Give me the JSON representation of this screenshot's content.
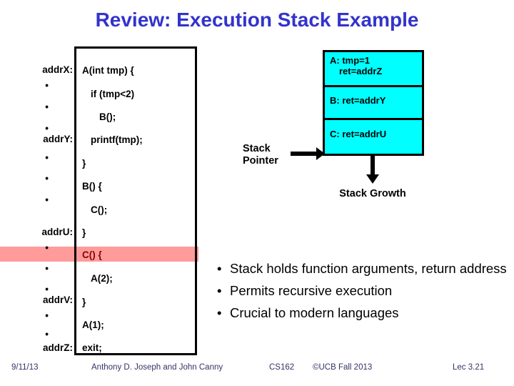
{
  "slide": {
    "title": "Review: Execution Stack Example"
  },
  "memory": {
    "rows": [
      {
        "label": "addrX:",
        "code": "A(int tmp) {",
        "indent": 0,
        "highlight": false
      },
      {
        "label": ".",
        "code": "if (tmp<2)",
        "indent": 1,
        "highlight": false
      },
      {
        "label": ".",
        "code": "B();",
        "indent": 2,
        "highlight": false
      },
      {
        "label": ".",
        "code": "",
        "indent": 0,
        "highlight": false
      },
      {
        "label": "addrY:",
        "code": "printf(tmp);",
        "indent": 1,
        "highlight": false
      },
      {
        "label": ".",
        "code": "}",
        "indent": 0,
        "highlight": false
      },
      {
        "label": ".",
        "code": "B() {",
        "indent": 0,
        "highlight": false
      },
      {
        "label": ".",
        "code": "C();",
        "indent": 1,
        "highlight": false
      },
      {
        "label": "addrU:",
        "code": "}",
        "indent": 0,
        "highlight": false
      },
      {
        "label": ".",
        "code": "C() {",
        "indent": 0,
        "highlight": true
      },
      {
        "label": ".",
        "code": "A(2);",
        "indent": 1,
        "highlight": false
      },
      {
        "label": ".",
        "code": "",
        "indent": 0,
        "highlight": false
      },
      {
        "label": "addrV:",
        "code": "}",
        "indent": 0,
        "highlight": false
      },
      {
        "label": ".",
        "code": "A(1);",
        "indent": 0,
        "highlight": false
      },
      {
        "label": ".",
        "code": "",
        "indent": 0,
        "highlight": false
      },
      {
        "label": "addrZ:",
        "code": "exit;",
        "indent": 0,
        "highlight": false
      }
    ],
    "addresses": [
      "addrX:",
      "addrY:",
      "addrU:",
      "addrV:",
      "addrZ:"
    ],
    "code_lines": [
      "A(int tmp) {",
      "if (tmp<2)",
      "B();",
      "printf(tmp);",
      "}",
      "B() {",
      "C();",
      "}",
      "C() {",
      "A(2);",
      "}",
      "A(1);",
      "exit;"
    ],
    "highlighted_code_line": "C() {",
    "highlight_color": "#ff9b9b",
    "highlight_text_color": "#8b0000"
  },
  "stack": {
    "frame_color": "#00ffff",
    "frames": [
      {
        "line1": "A: tmp=1",
        "line2": "ret=addrZ"
      },
      {
        "line1": "B: ret=addrY",
        "line2": ""
      },
      {
        "line1": "C: ret=addrU",
        "line2": ""
      }
    ],
    "pointer_label_line1": "Stack",
    "pointer_label_line2": "Pointer",
    "growth_label": "Stack Growth"
  },
  "bullets": [
    "Stack holds function arguments, return address",
    "Permits recursive execution",
    "Crucial to modern languages"
  ],
  "bullet_marker": "•",
  "footer": {
    "date": "9/11/13",
    "authors": "Anthony D. Joseph and John Canny",
    "course": "CS162",
    "copyright": "©UCB Fall 2013",
    "lecture": "Lec 3.21"
  }
}
